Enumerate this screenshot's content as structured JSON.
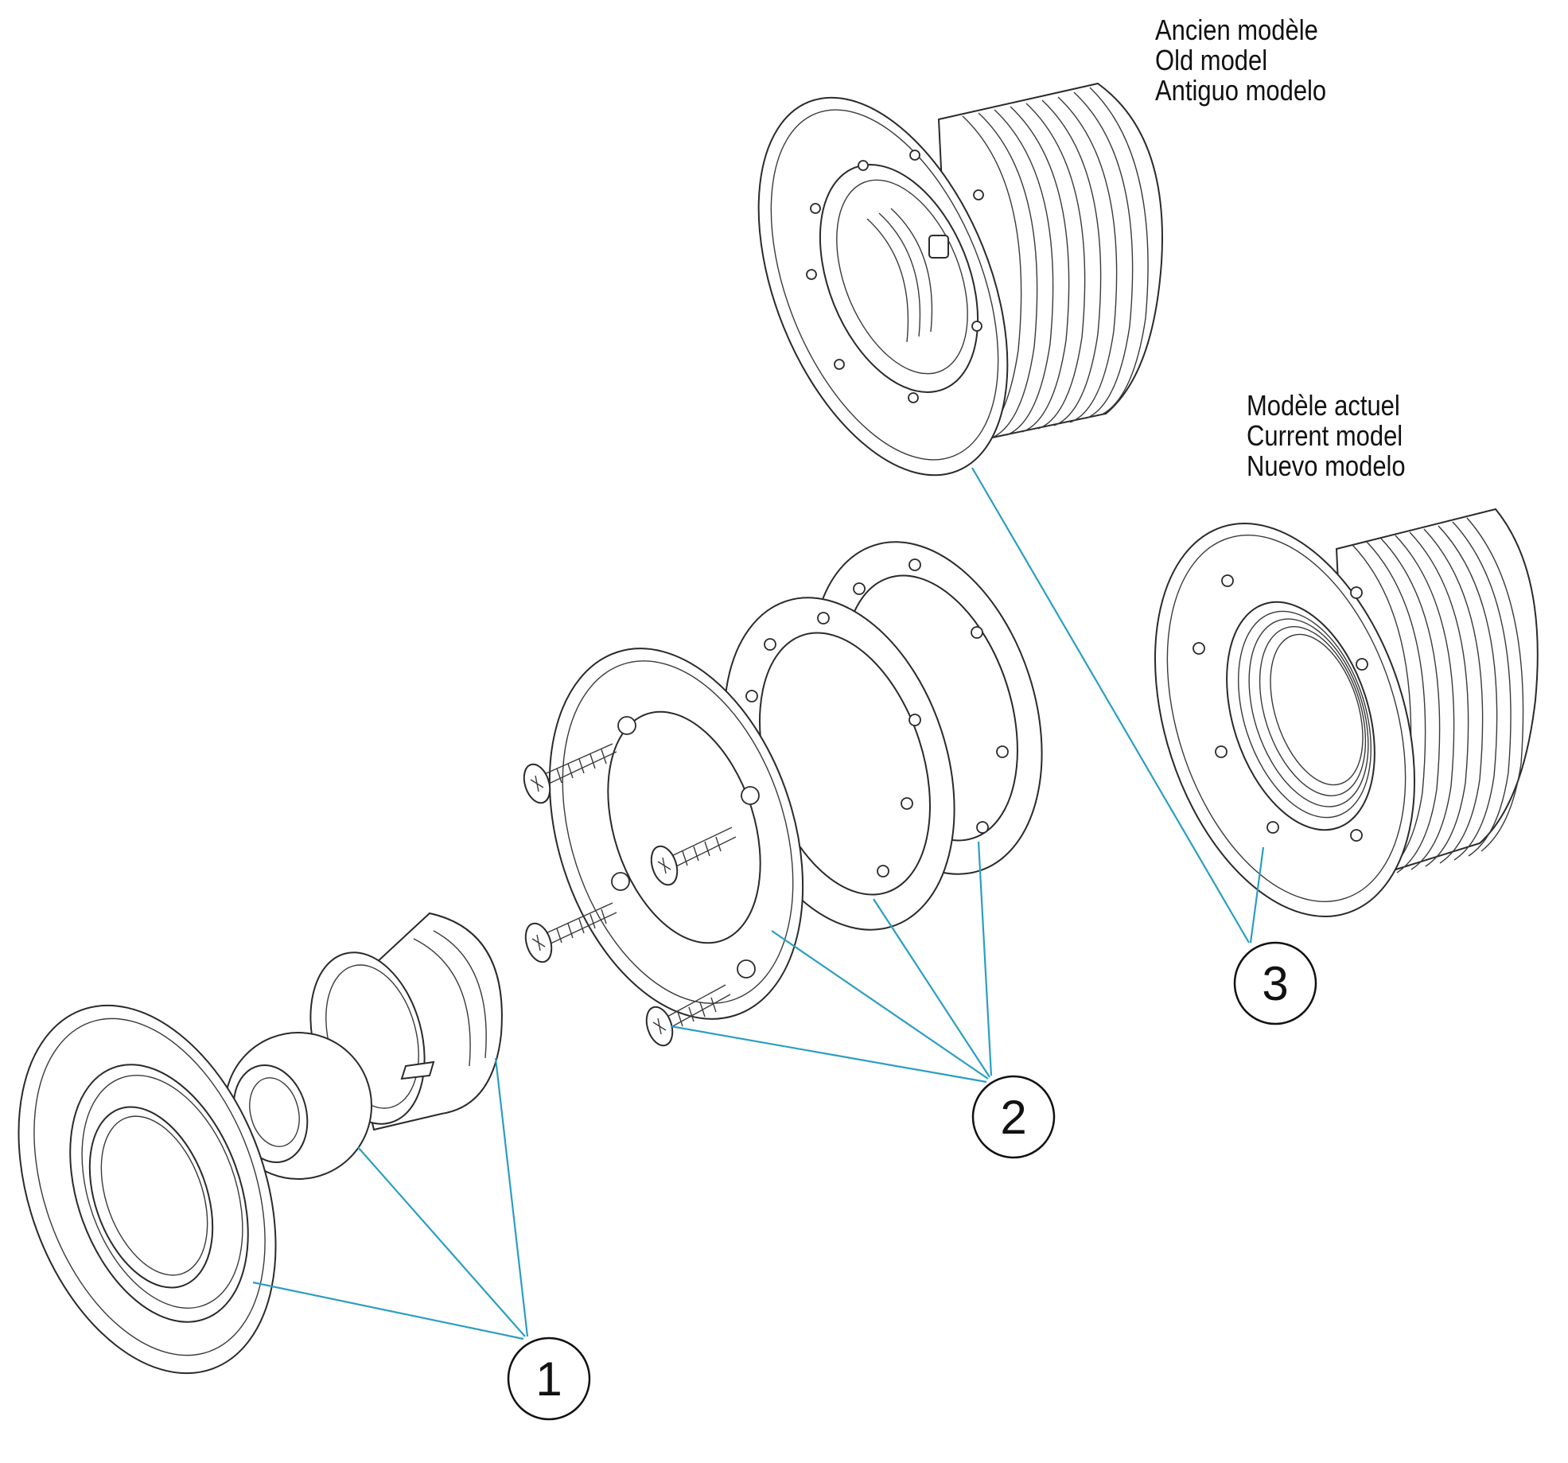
{
  "labels": {
    "old_model": [
      "Ancien modèle",
      "Old model",
      "Antiguo modelo"
    ],
    "current_model": [
      "Modèle actuel",
      "Current model",
      "Nuevo modelo"
    ]
  },
  "callouts": [
    {
      "id": "1",
      "number": "1"
    },
    {
      "id": "2",
      "number": "2"
    },
    {
      "id": "3",
      "number": "3"
    }
  ],
  "colors": {
    "leader": "#2a9ec2",
    "outline": "#2a2a2a",
    "background": "#ffffff"
  }
}
